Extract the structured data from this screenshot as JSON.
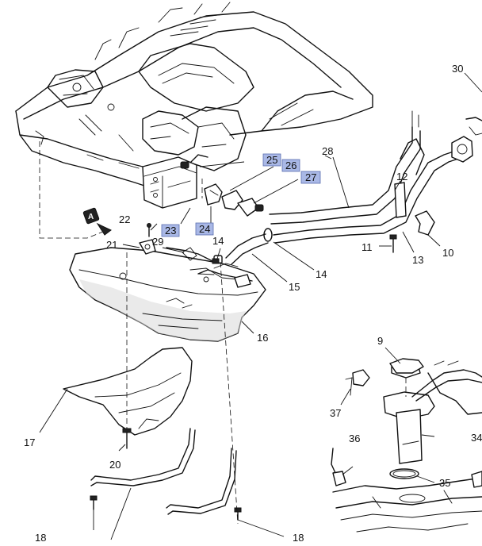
{
  "view_marker": "A",
  "callouts": {
    "c9": "9",
    "c10": "10",
    "c11": "11",
    "c12": "12",
    "c13": "13",
    "c14a": "14",
    "c14b": "14",
    "c15": "15",
    "c16": "16",
    "c17": "17",
    "c18a": "18",
    "c18b": "18",
    "c20": "20",
    "c21": "21",
    "c22": "22",
    "c28": "28",
    "c29": "29",
    "c30": "30",
    "c34": "34",
    "c35": "35",
    "c36": "36",
    "c37": "37"
  },
  "highlighted_callouts": {
    "c23": "23",
    "c24": "24",
    "c25": "25",
    "c26": "26",
    "c27": "27"
  }
}
